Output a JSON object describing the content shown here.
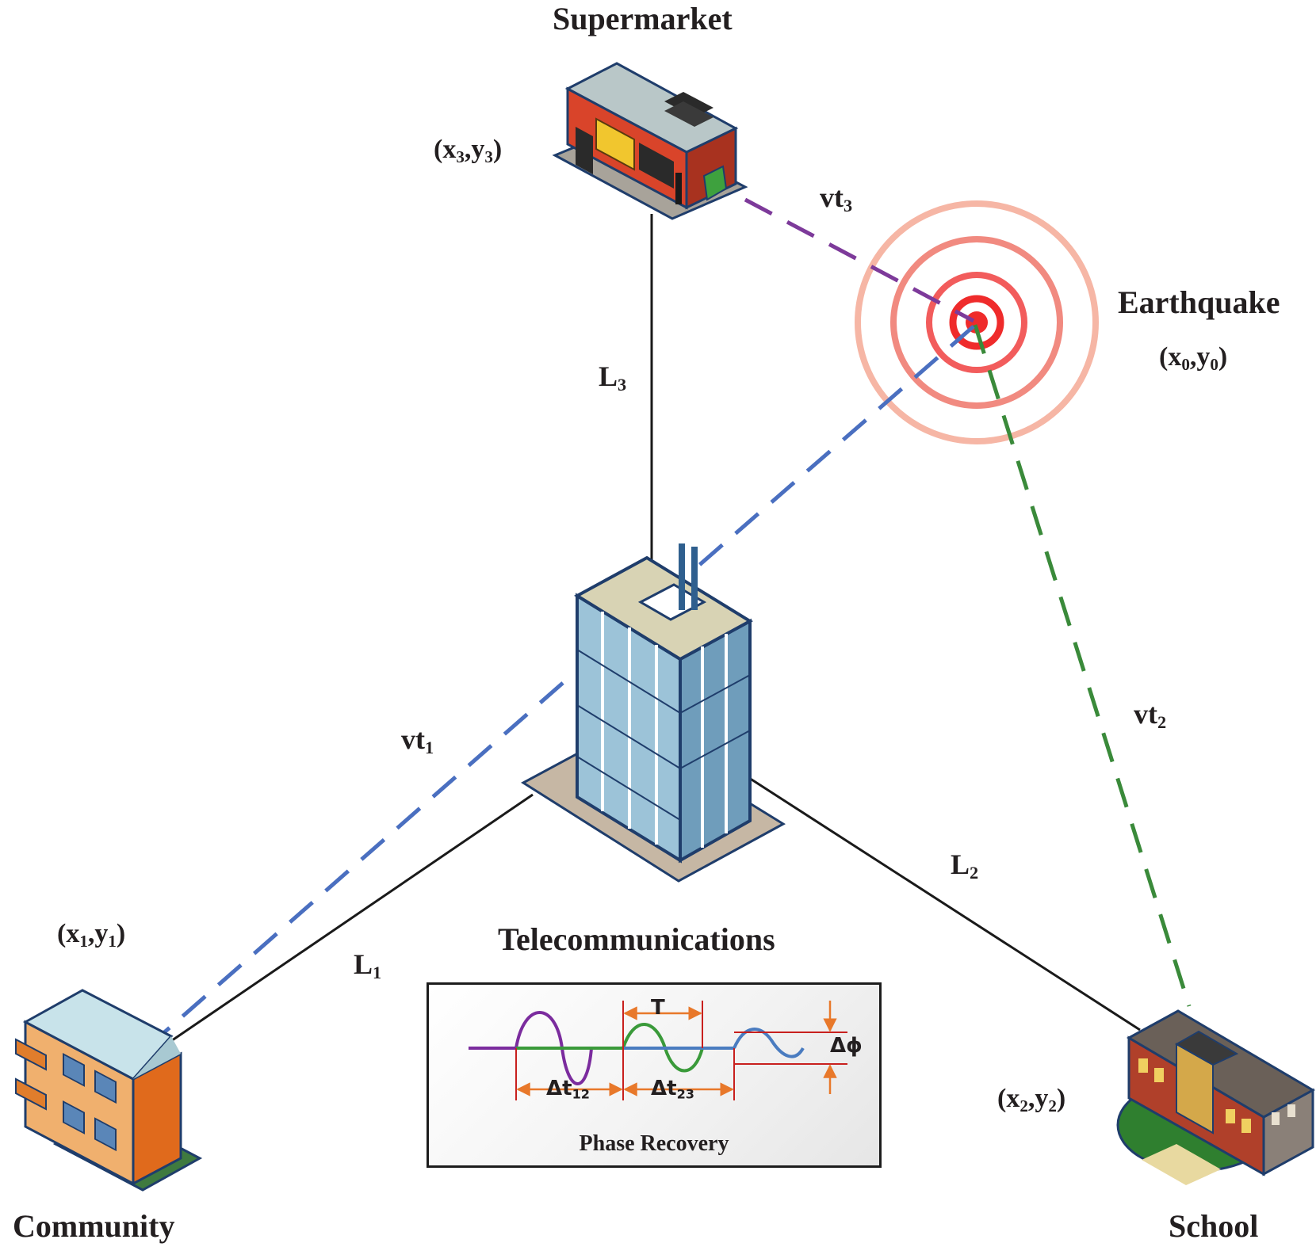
{
  "nodes": {
    "supermarket": {
      "name": "Supermarket",
      "coord_x": "x",
      "coord_x_sub": "3",
      "coord_y": "y",
      "coord_y_sub": "3"
    },
    "earthquake": {
      "name": "Earthquake",
      "coord_x": "x",
      "coord_x_sub": "0",
      "coord_y": "y",
      "coord_y_sub": "0"
    },
    "telecom": {
      "name": "Telecommunications"
    },
    "community": {
      "name": "Community",
      "coord_x": "x",
      "coord_x_sub": "1",
      "coord_y": "y",
      "coord_y_sub": "1"
    },
    "school": {
      "name": "School",
      "coord_x": "x",
      "coord_x_sub": "2",
      "coord_y": "y",
      "coord_y_sub": "2"
    }
  },
  "links": {
    "L1": {
      "main": "L",
      "sub": "1"
    },
    "L2": {
      "main": "L",
      "sub": "2"
    },
    "L3": {
      "main": "L",
      "sub": "3"
    },
    "vt1": {
      "main": "vt",
      "sub": "1"
    },
    "vt2": {
      "main": "vt",
      "sub": "2"
    },
    "vt3": {
      "main": "vt",
      "sub": "3"
    }
  },
  "phase_panel": {
    "title": "Phase Recovery",
    "period": "T",
    "dt12_main": "Δt",
    "dt12_sub": "12",
    "dt23_main": "Δt",
    "dt23_sub": "23",
    "dphi": "Δϕ"
  },
  "colors": {
    "fiber_line": "#1a1a1a",
    "vt1_line": "#4a6fc0",
    "vt2_line": "#3a8a3a",
    "vt3_line": "#7d3a9a",
    "ring_outer": "#f6b6a5",
    "ring_mid": "#f18a80",
    "ring_inner": "#ef2b2b",
    "wave_purple": "#7b2c9e",
    "wave_green": "#3a9a3a",
    "wave_blue": "#4a7cc0",
    "arrow_orange": "#e8782a",
    "marker_red": "#c8201e"
  }
}
